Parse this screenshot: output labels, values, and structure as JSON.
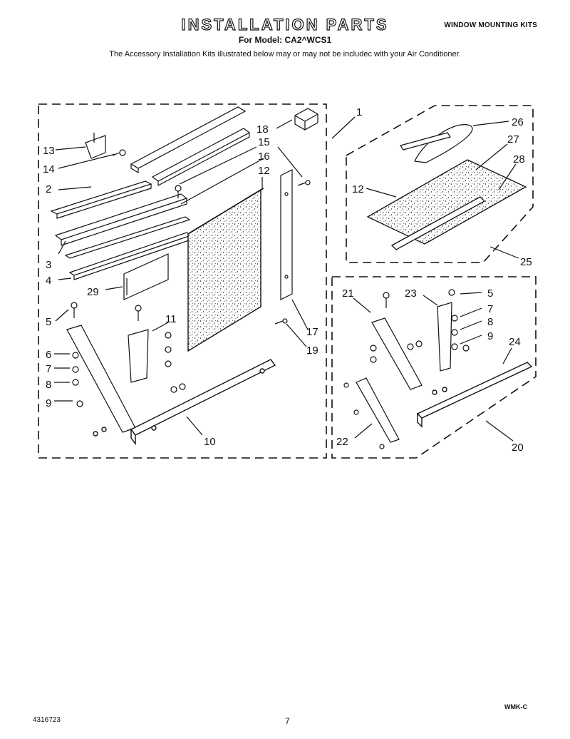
{
  "header": {
    "title": "INSTALLATION PARTS",
    "subtitle": "For Model: CA2^WCS1",
    "kit_name": "WINDOW MOUNTING KITS",
    "note": "The Accessory Installation Kits illustrated below may or may not be includec with your Air Conditioner."
  },
  "callouts": {
    "c1": "1",
    "c2": "2",
    "c3": "3",
    "c4": "4",
    "c5a": "5",
    "c5b": "5",
    "c6": "6",
    "c7a": "7",
    "c7b": "7",
    "c8a": "8",
    "c8b": "8",
    "c9a": "9",
    "c9b": "9",
    "c10": "10",
    "c11": "11",
    "c12a": "12",
    "c12b": "12",
    "c13": "13",
    "c14": "14",
    "c15": "15",
    "c16": "16",
    "c17": "17",
    "c18": "18",
    "c19": "19",
    "c20": "20",
    "c21": "21",
    "c22": "22",
    "c23": "23",
    "c24": "24",
    "c25": "25",
    "c26": "26",
    "c27": "27",
    "c28": "28",
    "c29": "29"
  },
  "footer": {
    "part_number": "4316723",
    "page_number": "7",
    "section_code": "WMK-C"
  }
}
